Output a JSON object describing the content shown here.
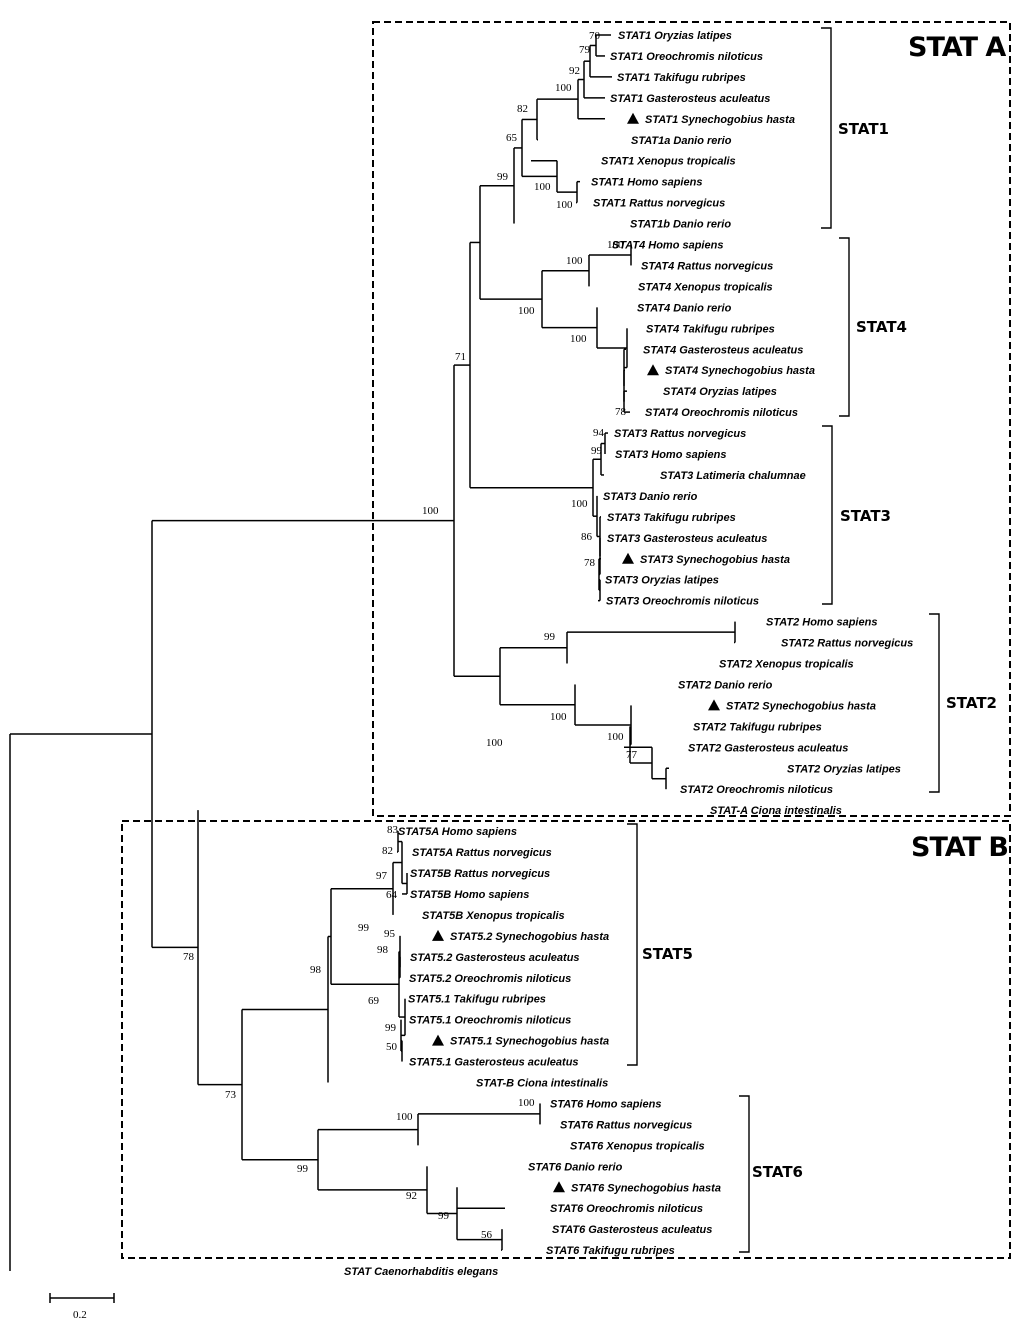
{
  "tree": {
    "leaves": [
      [
        "STAT1 Oryzias latipes",
        false
      ],
      [
        "STAT1 Oreochromis niloticus",
        false
      ],
      [
        "STAT1 Takifugu rubripes",
        false
      ],
      [
        "STAT1 Gasterosteus aculeatus",
        false
      ],
      [
        "STAT1 Synechogobius hasta",
        true
      ],
      [
        "STAT1a Danio rerio",
        false
      ],
      [
        "STAT1 Xenopus tropicalis",
        false
      ],
      [
        "STAT1 Homo sapiens",
        false
      ],
      [
        "STAT1 Rattus norvegicus",
        false
      ],
      [
        "STAT1b Danio rerio",
        false
      ],
      [
        "STAT4 Homo sapiens",
        false
      ],
      [
        "STAT4 Rattus norvegicus",
        false
      ],
      [
        "STAT4 Xenopus tropicalis",
        false
      ],
      [
        "STAT4 Danio rerio",
        false
      ],
      [
        "STAT4 Takifugu rubripes",
        false
      ],
      [
        "STAT4 Gasterosteus aculeatus",
        false
      ],
      [
        "STAT4 Synechogobius hasta",
        true
      ],
      [
        "STAT4 Oryzias latipes",
        false
      ],
      [
        "STAT4 Oreochromis niloticus",
        false
      ],
      [
        "STAT3 Rattus norvegicus",
        false
      ],
      [
        "STAT3 Homo sapiens",
        false
      ],
      [
        "STAT3 Latimeria chalumnae",
        false
      ],
      [
        "STAT3 Danio rerio",
        false
      ],
      [
        "STAT3 Takifugu rubripes",
        false
      ],
      [
        "STAT3 Gasterosteus aculeatus",
        false
      ],
      [
        "STAT3 Synechogobius hasta",
        true
      ],
      [
        "STAT3 Oryzias latipes",
        false
      ],
      [
        "STAT3 Oreochromis niloticus",
        false
      ],
      [
        "STAT2 Homo sapiens",
        false
      ],
      [
        "STAT2 Rattus norvegicus",
        false
      ],
      [
        "STAT2 Xenopus tropicalis",
        false
      ],
      [
        "STAT2 Danio rerio",
        false
      ],
      [
        "STAT2 Synechogobius hasta",
        true
      ],
      [
        "STAT2 Takifugu rubripes",
        false
      ],
      [
        "STAT2 Gasterosteus aculeatus",
        false
      ],
      [
        "STAT2 Oryzias latipes",
        false
      ],
      [
        "STAT2 Oreochromis niloticus",
        false
      ],
      [
        "STAT-A Ciona intestinalis",
        false
      ],
      [
        "STAT5A Homo sapiens",
        false
      ],
      [
        "STAT5A Rattus norvegicus",
        false
      ],
      [
        "STAT5B Rattus norvegicus",
        false
      ],
      [
        "STAT5B Homo sapiens",
        false
      ],
      [
        "STAT5B Xenopus tropicalis",
        false
      ],
      [
        "STAT5.2 Synechogobius hasta",
        true
      ],
      [
        "STAT5.2 Gasterosteus aculeatus",
        false
      ],
      [
        "STAT5.2 Oreochromis niloticus",
        false
      ],
      [
        "STAT5.1 Takifugu rubripes",
        false
      ],
      [
        "STAT5.1 Oreochromis niloticus",
        false
      ],
      [
        "STAT5.1 Synechogobius hasta",
        true
      ],
      [
        "STAT5.1 Gasterosteus aculeatus",
        false
      ],
      [
        "STAT-B Ciona intestinalis",
        false
      ],
      [
        "STAT6 Homo sapiens",
        false
      ],
      [
        "STAT6 Rattus norvegicus",
        false
      ],
      [
        "STAT6 Xenopus tropicalis",
        false
      ],
      [
        "STAT6 Danio rerio",
        false
      ],
      [
        "STAT6 Synechogobius hasta",
        true
      ],
      [
        "STAT6 Oreochromis niloticus",
        false
      ],
      [
        "STAT6 Gasterosteus aculeatus",
        false
      ],
      [
        "STAT6 Takifugu rubripes",
        false
      ],
      [
        "STAT Caenorhabditis elegans",
        false
      ]
    ],
    "bootstrap_values": [
      "70",
      "79",
      "92",
      "100",
      "82",
      "65",
      "100",
      "100",
      "99",
      "100",
      "100",
      "100",
      "100",
      "78",
      "71",
      "94",
      "99",
      "100",
      "86",
      "78",
      "100",
      "100",
      "99",
      "100",
      "100",
      "77",
      "83",
      "82",
      "97",
      "64",
      "95",
      "98",
      "99",
      "69",
      "99",
      "50",
      "98",
      "78",
      "100",
      "100",
      "92",
      "99",
      "56",
      "73",
      "99"
    ],
    "groups": {
      "stat1": "STAT1",
      "stat4": "STAT4",
      "stat3": "STAT3",
      "stat2": "STAT2",
      "stat5": "STAT5",
      "stat6": "STAT6"
    },
    "box_titles": {
      "a": "STAT A",
      "b": "STAT B"
    },
    "scale_bar": {
      "label": "0.2"
    },
    "highlight_marker": "filled-triangle"
  }
}
